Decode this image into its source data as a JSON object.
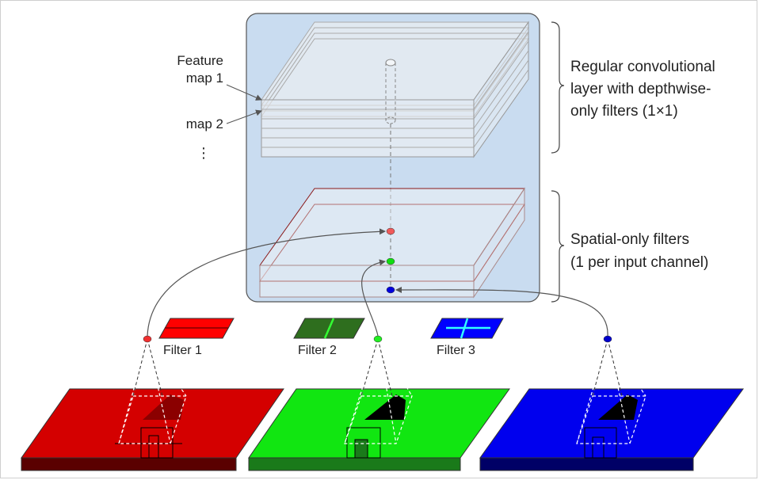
{
  "labels": {
    "feature_map_1_line1": "Feature",
    "feature_map_1_line2": "map 1",
    "feature_map_2": "map 2",
    "ellipsis": "⋮",
    "regular_layer": [
      "Regular convolutional",
      "layer with depthwise-",
      "only filters (1×1)"
    ],
    "spatial_layer": [
      "Spatial-only filters",
      "(1 per input channel)"
    ],
    "filter_1": "Filter 1",
    "filter_2": "Filter 2",
    "filter_3": "Filter 3"
  },
  "colors": {
    "panel_fill": "#c9dcf0",
    "red_channel": "#d40000",
    "green_channel": "#11e611",
    "blue_channel": "#0000ee",
    "filter_red": "#ff0000",
    "filter_green": "#2e6e1e",
    "filter_blue": "#0000ff",
    "spatial_layer_edge": "#8b1a1a"
  },
  "icons": {
    "filter_1": "horizontal-line-filter-icon",
    "filter_2": "vertical-line-filter-icon",
    "filter_3": "cross-filter-icon"
  }
}
